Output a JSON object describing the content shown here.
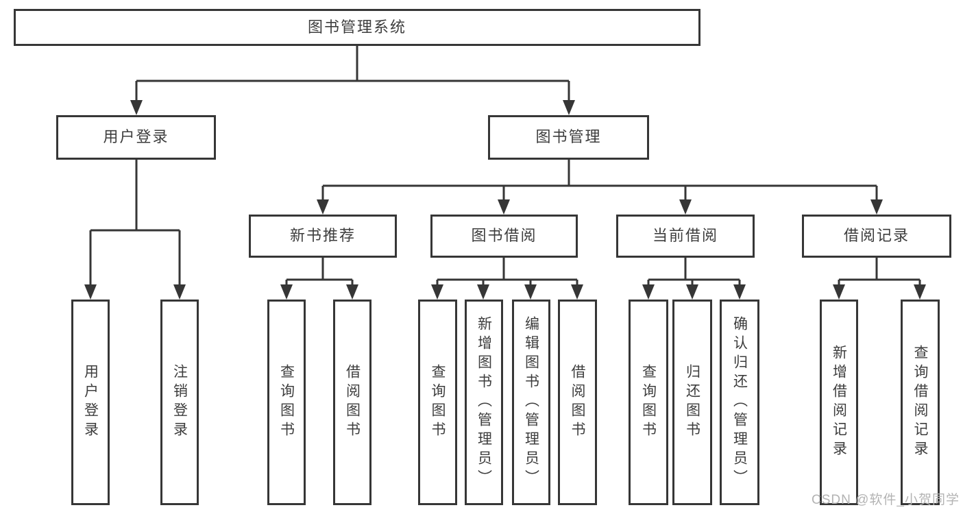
{
  "diagram": {
    "type": "hierarchy-tree",
    "tree": {
      "label": "图书管理系统",
      "children": [
        {
          "label": "用户登录",
          "children": [
            {
              "label": "用户登录"
            },
            {
              "label": "注销登录"
            }
          ]
        },
        {
          "label": "图书管理",
          "children": [
            {
              "label": "新书推荐",
              "children": [
                {
                  "label": "查询图书"
                },
                {
                  "label": "借阅图书"
                }
              ]
            },
            {
              "label": "图书借阅",
              "children": [
                {
                  "label": "查询图书"
                },
                {
                  "label": "新增图书（管理员）"
                },
                {
                  "label": "编辑图书（管理员）"
                },
                {
                  "label": "借阅图书"
                }
              ]
            },
            {
              "label": "当前借阅",
              "children": [
                {
                  "label": "查询图书"
                },
                {
                  "label": "归还图书"
                },
                {
                  "label": "确认归还（管理员）"
                }
              ]
            },
            {
              "label": "借阅记录",
              "children": [
                {
                  "label": "新增借阅记录"
                },
                {
                  "label": "查询借阅记录"
                }
              ]
            }
          ]
        }
      ]
    },
    "watermark": "CSDN @软件_小贺同学",
    "colors": {
      "line": "#363636",
      "box_border": "#363636",
      "text": "#3d3d3d",
      "background": "#ffffff",
      "watermark": "#b3b3b3"
    }
  }
}
